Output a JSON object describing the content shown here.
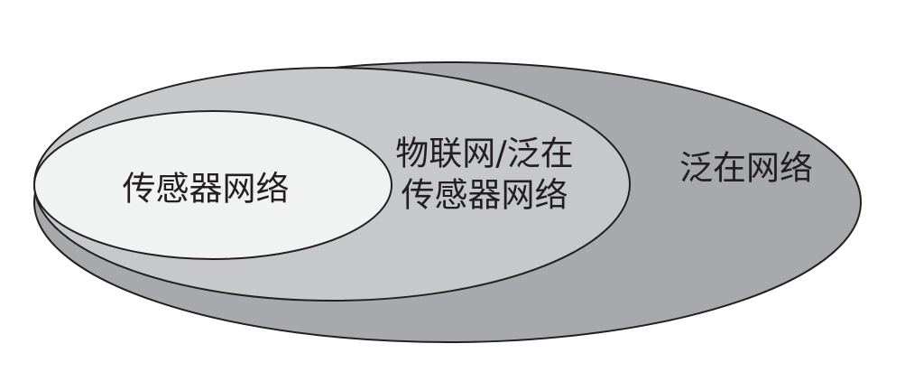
{
  "diagram": {
    "type": "nested-sets",
    "outer": {
      "label": "泛在网络",
      "color": "#a7a9ac"
    },
    "middle": {
      "label_line1": "物联网/泛在",
      "label_line2": "传感器网络",
      "color": "#c7c8ca"
    },
    "inner": {
      "label": "传感器网络",
      "color": "#f1f2f2"
    },
    "stroke_color": "#231f20"
  }
}
